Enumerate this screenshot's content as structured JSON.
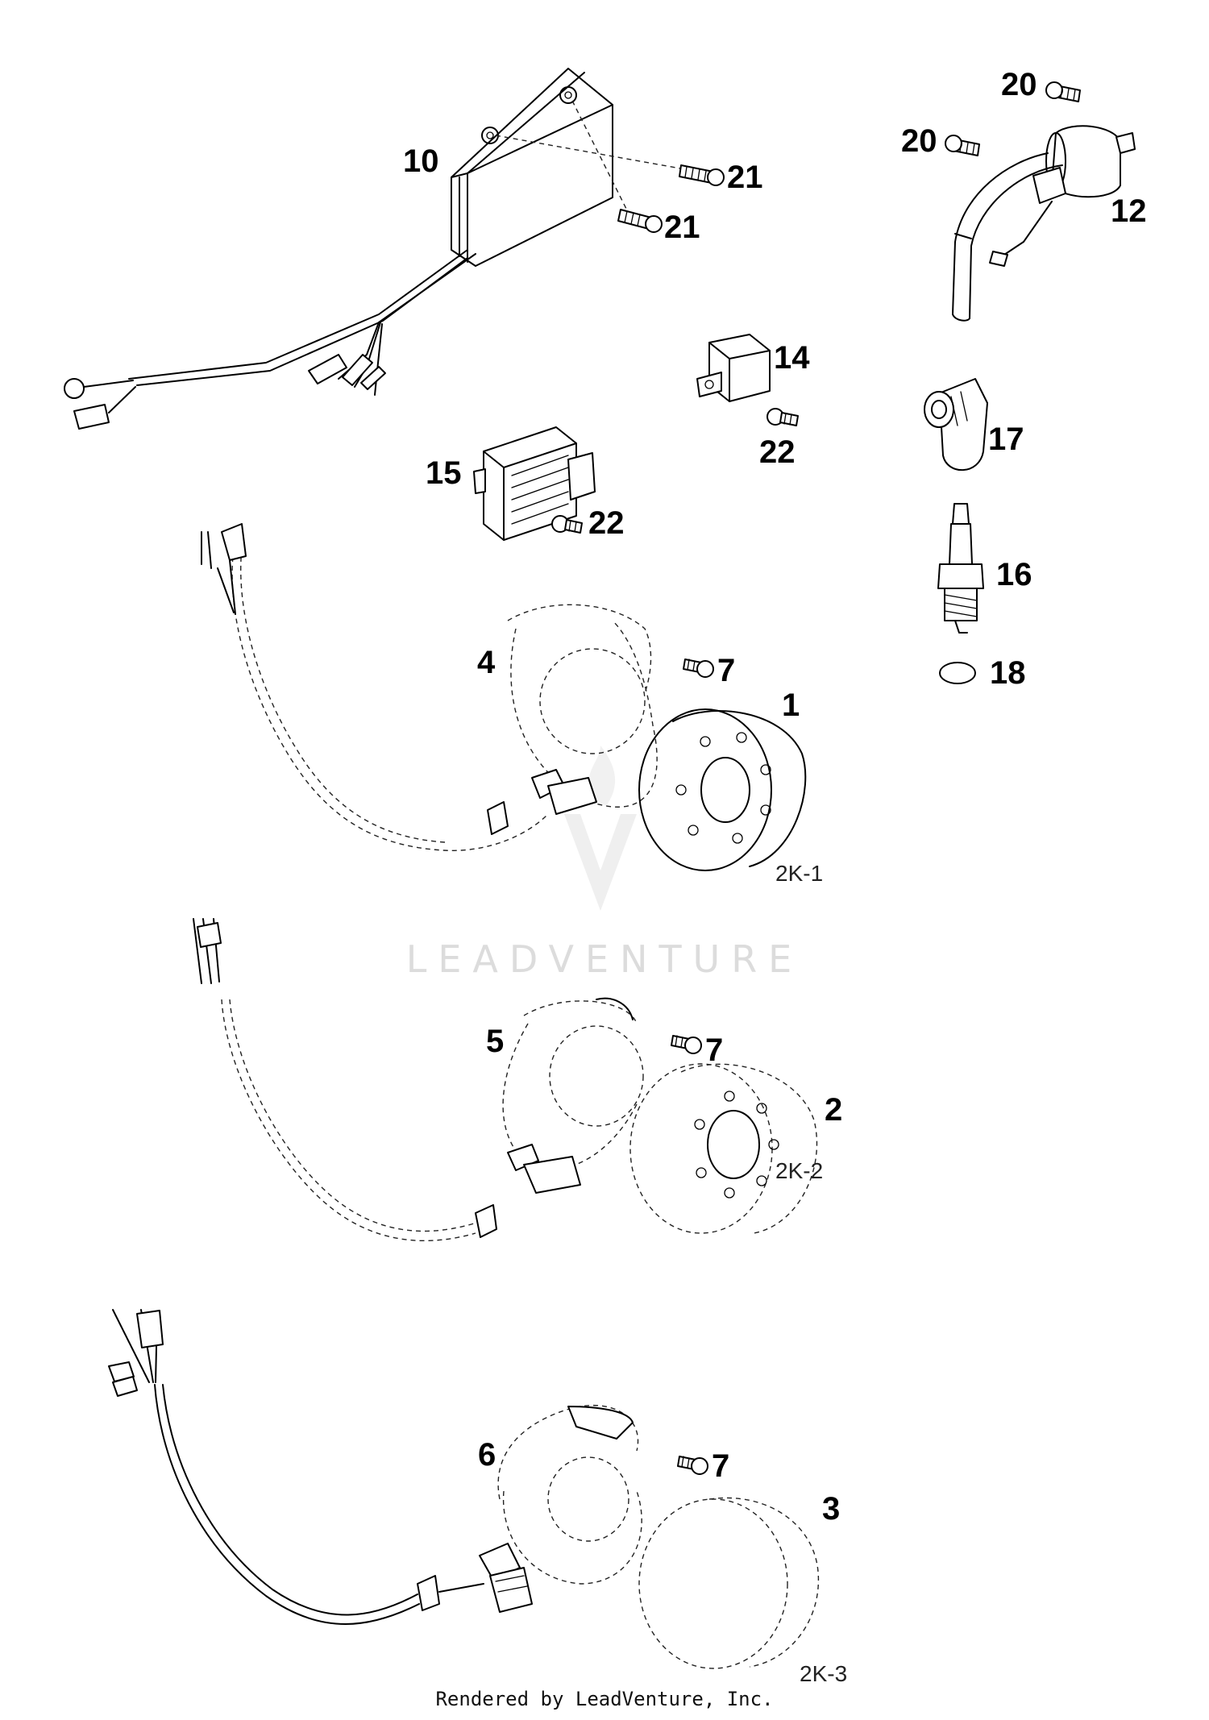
{
  "footer": "Rendered by LeadVenture, Inc.",
  "watermark": "LEADVENTURE",
  "variants": [
    "2K-1",
    "2K-2",
    "2K-3"
  ],
  "callouts": {
    "c10": "10",
    "c21a": "21",
    "c21b": "21",
    "c20a": "20",
    "c20b": "20",
    "c12": "12",
    "c14": "14",
    "c22a": "22",
    "c15": "15",
    "c22b": "22",
    "c17": "17",
    "c16": "16",
    "c18": "18",
    "c4": "4",
    "c7a": "7",
    "c1": "1",
    "c5": "5",
    "c7b": "7",
    "c2": "2",
    "c6": "6",
    "c7c": "7",
    "c3": "3"
  }
}
